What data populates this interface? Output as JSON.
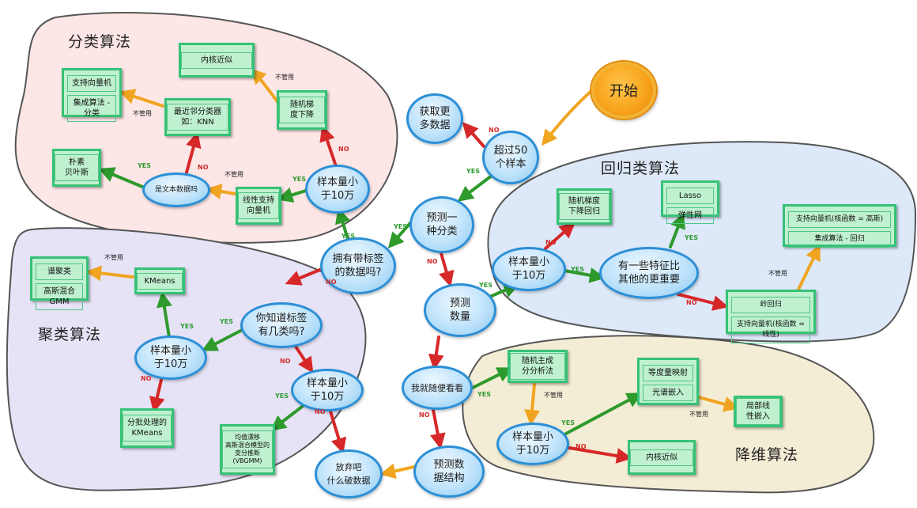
{
  "colors": {
    "yes": "#2e9a2c",
    "no": "#d62828",
    "notused": "#f0a521"
  },
  "regions": {
    "classification": "分类算法",
    "clustering": "聚类算法",
    "regression": "回归类算法",
    "dimreduction": "降维算法"
  },
  "nodes": {
    "start": "开始",
    "over50": [
      "超过50",
      "个样本"
    ],
    "getmore": [
      "获取更",
      "多数据"
    ],
    "predict_category": [
      "预测一",
      "种分类"
    ],
    "labeled": [
      "拥有带标签",
      "的数据吗?"
    ],
    "predict_quantity": [
      "预测",
      "数量"
    ],
    "just_looking": "我就随便看看",
    "predict_structure": [
      "预测数",
      "据结构"
    ],
    "tough_luck": [
      "放弃吧",
      "什么破数据"
    ],
    "cls_samples": [
      "样本量小",
      "于10万"
    ],
    "linear_svc": [
      "线性支持",
      "向量机"
    ],
    "is_text": "是文本数据吗",
    "naive_bayes": [
      "朴素",
      "贝叶斯"
    ],
    "knn": [
      "最近邻分类器",
      "如：KNN"
    ],
    "svc_ensemble": [
      "支持向量机",
      "集成算法 - 分类"
    ],
    "sgd_cls": [
      "随机梯",
      "度下降"
    ],
    "kernel_cls": "内核近似",
    "know_categories": [
      "你知道标签",
      "有几类吗?"
    ],
    "clu_samples_a": [
      "样本量小",
      "于10万"
    ],
    "kmeans": "KMeans",
    "spectral": [
      "谱聚类",
      "高斯混合GMM"
    ],
    "minibatch": [
      "分批处理的",
      "KMeans"
    ],
    "clu_samples_b": [
      "样本量小",
      "于10万"
    ],
    "meanshift": [
      "均值漂移",
      "高斯混合模型的变分推断(VBGMM)"
    ],
    "reg_samples": [
      "样本量小",
      "于10万"
    ],
    "sgd_reg": [
      "随机梯度",
      "下降回归"
    ],
    "few_features": [
      "有一些特征比",
      "其他的更重要"
    ],
    "lasso": [
      "Lasso",
      "弹性网"
    ],
    "ridge": [
      "岭回归",
      "支持向量机(核函数 = 线性)"
    ],
    "svr_ensemble": [
      "支持向量机(核函数 = 高斯)",
      "集成算法 - 回归"
    ],
    "random_pca": [
      "随机主成",
      "分分析法"
    ],
    "dim_samples": [
      "样本量小",
      "于10万"
    ],
    "isomap": [
      "等度量映射",
      "光谱嵌入"
    ],
    "lle": [
      "局部线",
      "性嵌入"
    ],
    "kernel_dim": "内核近似"
  },
  "labels": {
    "yes": "YES",
    "no": "NO",
    "not_working": "不管用"
  }
}
